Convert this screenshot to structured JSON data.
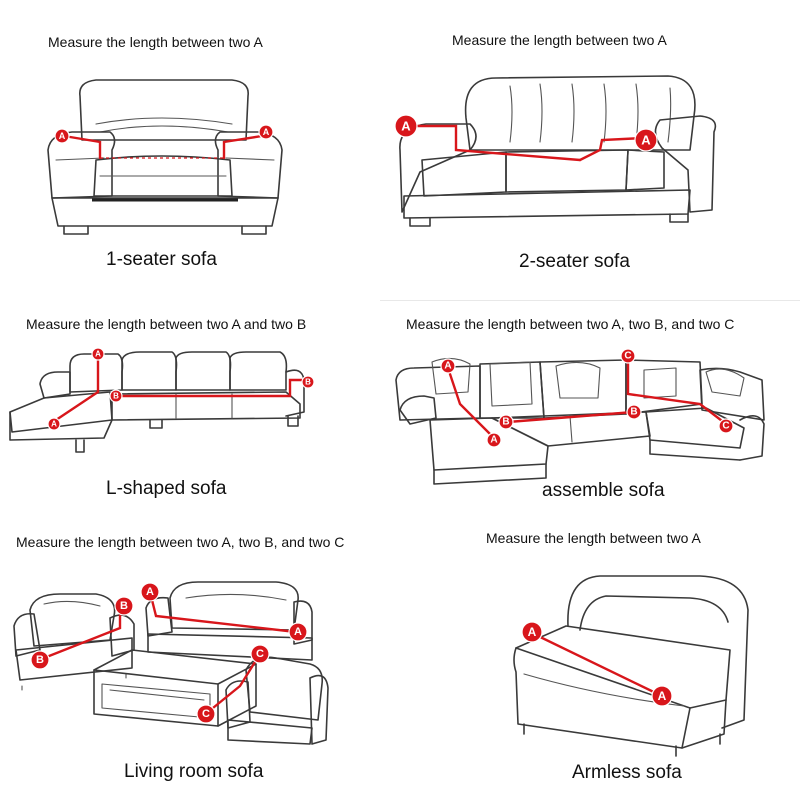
{
  "accent_color": "#d8161b",
  "panels": {
    "one_seater": {
      "caption": "Measure the length between two A",
      "label": "1-seater sofa",
      "markers": [
        "A",
        "A"
      ]
    },
    "two_seater": {
      "caption": "Measure the length between two A",
      "label": "2-seater sofa",
      "markers": [
        "A",
        "A"
      ]
    },
    "l_shaped": {
      "caption": "Measure the length between two A and two B",
      "label": "L-shaped sofa",
      "markers": [
        "A",
        "A",
        "B",
        "B"
      ]
    },
    "assemble": {
      "caption": "Measure the length between two A, two B, and two C",
      "label": "assemble sofa",
      "markers": [
        "A",
        "A",
        "B",
        "B",
        "C",
        "C"
      ]
    },
    "living_room": {
      "caption": "Measure the length between two A, two B, and two C",
      "label": "Living room sofa",
      "markers": [
        "A",
        "A",
        "B",
        "B",
        "C",
        "C"
      ]
    },
    "armless": {
      "caption": "Measure the length between two A",
      "label": "Armless sofa",
      "markers": [
        "A",
        "A"
      ]
    }
  }
}
